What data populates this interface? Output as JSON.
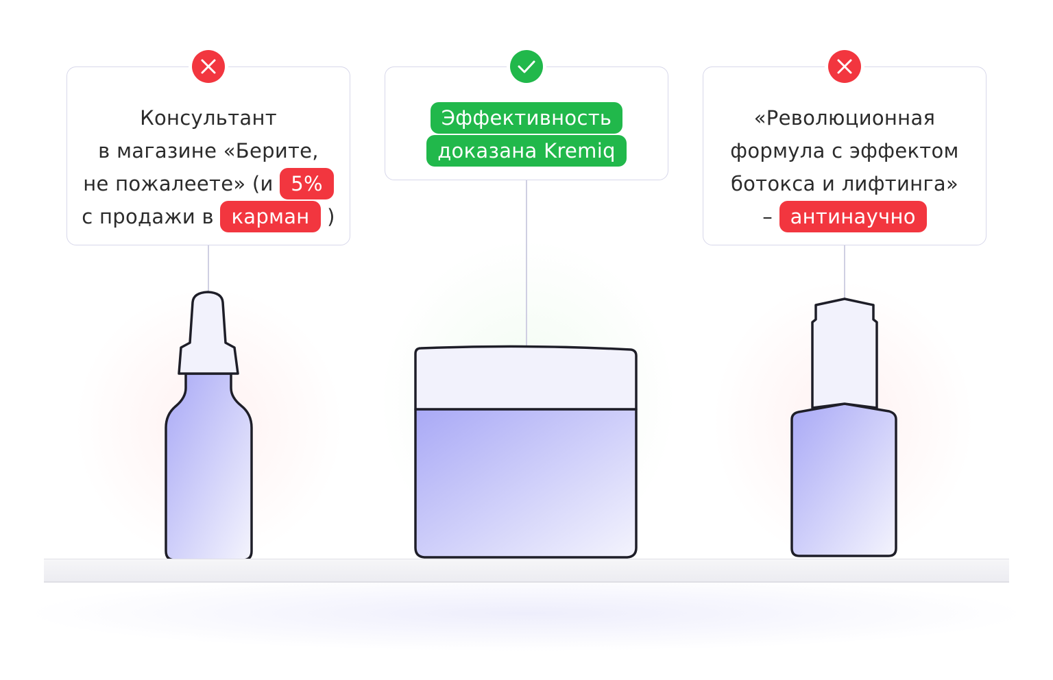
{
  "cards": [
    {
      "status": "bad",
      "badge_icon": "cross-icon",
      "lines": [
        {
          "segments": [
            {
              "text": "Консультант"
            }
          ]
        },
        {
          "segments": [
            {
              "text": "в магазине «Берите,"
            }
          ]
        },
        {
          "segments": [
            {
              "text": "не пожалеете» (и "
            },
            {
              "text": "5%",
              "highlight": "red"
            }
          ]
        },
        {
          "segments": [
            {
              "text": "с продажи в "
            },
            {
              "text": "карман",
              "highlight": "red"
            },
            {
              "text": " )"
            }
          ]
        }
      ]
    },
    {
      "status": "good",
      "badge_icon": "check-icon",
      "lines": [
        {
          "segments": [
            {
              "text": "Эффективность",
              "highlight": "green"
            }
          ]
        },
        {
          "segments": [
            {
              "text": "доказана Kremiq",
              "highlight": "green"
            }
          ]
        }
      ]
    },
    {
      "status": "bad",
      "badge_icon": "cross-icon",
      "lines": [
        {
          "segments": [
            {
              "text": "«Революционная"
            }
          ]
        },
        {
          "segments": [
            {
              "text": "формула с эффектом"
            }
          ]
        },
        {
          "segments": [
            {
              "text": "ботокса и лифтинга»"
            }
          ]
        },
        {
          "segments": [
            {
              "text": "– "
            },
            {
              "text": "антинаучно",
              "highlight": "red"
            }
          ]
        }
      ]
    }
  ],
  "products": [
    "dropper-bottle",
    "cream-jar",
    "serum-bottle"
  ],
  "colors": {
    "bad": "#f2363f",
    "good": "#21b84b",
    "card_border": "#d7d7ea",
    "product_fill": "#b3b3f8",
    "product_cap": "#f2f2fc",
    "outline": "#1e1e28"
  }
}
